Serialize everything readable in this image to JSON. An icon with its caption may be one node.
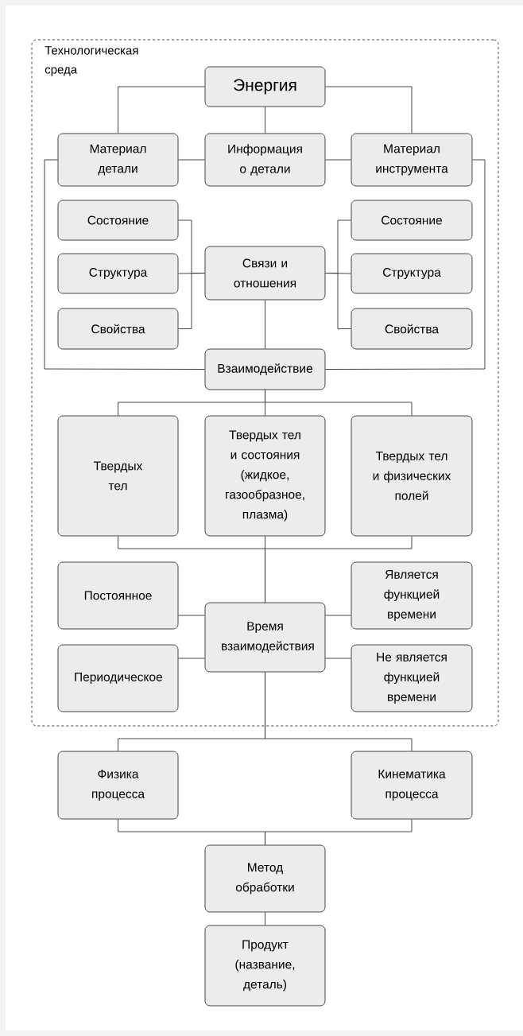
{
  "diagram": {
    "nodes": [
      {
        "text": [
          "Технологическая среда"
        ]
      },
      {
        "text": [
          "Энергия"
        ],
        "in": 0
      },
      {
        "text": [
          "Материал детали"
        ],
        "in": 0
      },
      {
        "text": [
          "Информация о детали"
        ],
        "in": 0
      },
      {
        "text": [
          "Материал инструмента"
        ],
        "in": 0
      },
      {
        "text": [
          "Состояние"
        ],
        "in": 0
      },
      {
        "text": [
          "Структура"
        ],
        "in": 0
      },
      {
        "text": [
          "Свойства"
        ],
        "in": 0
      },
      {
        "text": [
          "Связи и отношения"
        ],
        "in": 0
      },
      {
        "text": [
          "Состояние"
        ],
        "in": 0
      },
      {
        "text": [
          "Структура"
        ],
        "in": 0
      },
      {
        "text": [
          "Свойства"
        ],
        "in": 0
      },
      {
        "text": [
          "Взаимодействие"
        ],
        "in": 0
      },
      {
        "text": [
          "Твердых тел"
        ],
        "in": 0
      },
      {
        "text": [
          "Твердых тел и состояния (жидкое, газообразное, плазма)"
        ],
        "in": 0
      },
      {
        "text": [
          "Твердых тел и физических полей"
        ],
        "in": 0
      },
      {
        "text": [
          "Постоянное"
        ],
        "in": 0
      },
      {
        "text": [
          "Является функцией времени"
        ],
        "in": 0
      },
      {
        "text": [
          "Время взаимодействия"
        ],
        "in": 0
      },
      {
        "text": [
          "Периодическое"
        ],
        "in": 0
      },
      {
        "text": [
          "Не является функцией времени"
        ],
        "in": 0
      },
      {
        "text": [
          "Физика процесса"
        ]
      },
      {
        "text": [
          "Кинематика процесса"
        ]
      },
      {
        "text": [
          "Метод обработки"
        ]
      },
      {
        "text": [
          "Продукт (название, деталь)"
        ]
      }
    ],
    "edges": [
      {
        "from": 1,
        "to": 2,
        "arrow": "none"
      },
      {
        "from": 1,
        "to": 3,
        "arrow": "none"
      },
      {
        "from": 1,
        "to": 4,
        "arrow": "none"
      },
      {
        "from": 2,
        "to": 3,
        "arrow": "none"
      },
      {
        "from": 3,
        "to": 4,
        "arrow": "none"
      },
      {
        "from": 2,
        "to": 12,
        "arrow": "none"
      },
      {
        "from": 4,
        "to": 12,
        "arrow": "none"
      },
      {
        "from": 5,
        "to": 8,
        "arrow": "none"
      },
      {
        "from": 6,
        "to": 8,
        "arrow": "none"
      },
      {
        "from": 7,
        "to": 8,
        "arrow": "none"
      },
      {
        "from": 8,
        "to": 9,
        "arrow": "none"
      },
      {
        "from": 8,
        "to": 10,
        "arrow": "none"
      },
      {
        "from": 8,
        "to": 11,
        "arrow": "none"
      },
      {
        "from": 8,
        "to": 12,
        "arrow": "none"
      },
      {
        "from": 12,
        "to": 13,
        "arrow": "none"
      },
      {
        "from": 12,
        "to": 14,
        "arrow": "none"
      },
      {
        "from": 12,
        "to": 15,
        "arrow": "none"
      },
      {
        "from": 13,
        "to": 18,
        "arrow": "none"
      },
      {
        "from": 14,
        "to": 18,
        "arrow": "none"
      },
      {
        "from": 15,
        "to": 18,
        "arrow": "none"
      },
      {
        "from": 18,
        "to": 16,
        "arrow": "none"
      },
      {
        "from": 18,
        "to": 17,
        "arrow": "none"
      },
      {
        "from": 18,
        "to": 19,
        "arrow": "none"
      },
      {
        "from": 18,
        "to": 20,
        "arrow": "none"
      },
      {
        "from": 18,
        "to": 21,
        "arrow": "none"
      },
      {
        "from": 18,
        "to": 22,
        "arrow": "none"
      },
      {
        "from": 21,
        "to": 23,
        "arrow": "none"
      },
      {
        "from": 22,
        "to": 23,
        "arrow": "none"
      },
      {
        "from": 23,
        "to": 24,
        "arrow": "none"
      }
    ]
  }
}
